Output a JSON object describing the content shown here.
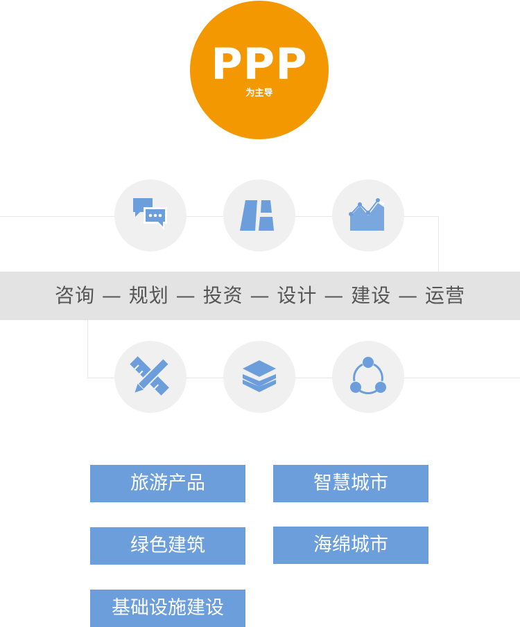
{
  "hero": {
    "title": "PPP",
    "subtitle": "为主导"
  },
  "process_band": {
    "text": "咨询 — 规划 — 投资 — 设计 — 建设 — 运营"
  },
  "icons_top": [
    "chat-icon",
    "map-icon",
    "trend-chart-icon"
  ],
  "icons_bottom": [
    "ruler-pencil-icon",
    "layers-icon",
    "share-icon"
  ],
  "products": {
    "items": [
      "旅游产品",
      "智慧城市",
      "绿色建筑",
      "海绵城市",
      "基础设施建设"
    ]
  },
  "colors": {
    "hero_orange": "#f39800",
    "icon_blue": "#6b9edb",
    "circle_bg": "#f0f0f0",
    "band_bg": "#e3e3e3",
    "band_text": "#555555",
    "tag_bg": "#6b9edb",
    "connector_line": "#e6e6e6"
  }
}
